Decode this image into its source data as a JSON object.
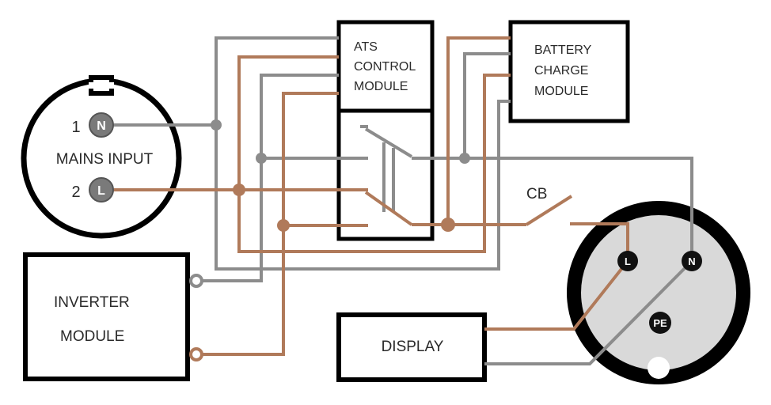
{
  "mains_input": {
    "label": "MAINS INPUT",
    "pin1_number": "1",
    "pin1_letter": "N",
    "pin2_number": "2",
    "pin2_letter": "L"
  },
  "ats_module": {
    "line1": "ATS",
    "line2": "CONTROL",
    "line3": "MODULE"
  },
  "battery_module": {
    "line1": "BATTERY",
    "line2": "CHARGE",
    "line3": "MODULE"
  },
  "inverter_module": {
    "line1": "INVERTER",
    "line2": "MODULE"
  },
  "display": {
    "label": "DISPLAY"
  },
  "breaker": {
    "label": "CB"
  },
  "output_socket": {
    "pin_l": "L",
    "pin_n": "N",
    "pin_pe": "PE"
  },
  "colors": {
    "live": "#b07a5a",
    "neutral": "#8c8c8c",
    "outline": "#000000",
    "socket_face": "#d9d9d9"
  }
}
